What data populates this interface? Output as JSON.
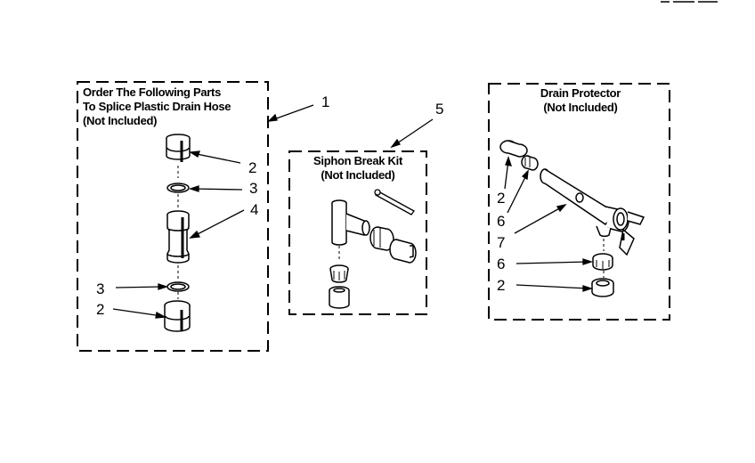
{
  "header_fragment": "...",
  "groups": [
    {
      "callout": "1",
      "title_lines": [
        "Order The Following Parts",
        "To Splice Plastic Drain Hose",
        "(Not Included)"
      ],
      "parts": [
        {
          "label": "2",
          "name": "hose end cap"
        },
        {
          "label": "3",
          "name": "clamp ring"
        },
        {
          "label": "4",
          "name": "connector"
        },
        {
          "label": "3",
          "name": "clamp ring"
        },
        {
          "label": "2",
          "name": "hose end cap"
        }
      ]
    },
    {
      "callout": "5",
      "title_lines": [
        "Siphon Break Kit",
        "(Not Included)"
      ]
    },
    {
      "callout": "",
      "title_lines": [
        "Drain Protector",
        "(Not Included)"
      ],
      "parts": [
        {
          "label": "2",
          "name": "end cap"
        },
        {
          "label": "6",
          "name": "nut"
        },
        {
          "label": "7",
          "name": "drain protector body"
        },
        {
          "label": "6",
          "name": "nut"
        },
        {
          "label": "2",
          "name": "end cap"
        }
      ]
    }
  ]
}
